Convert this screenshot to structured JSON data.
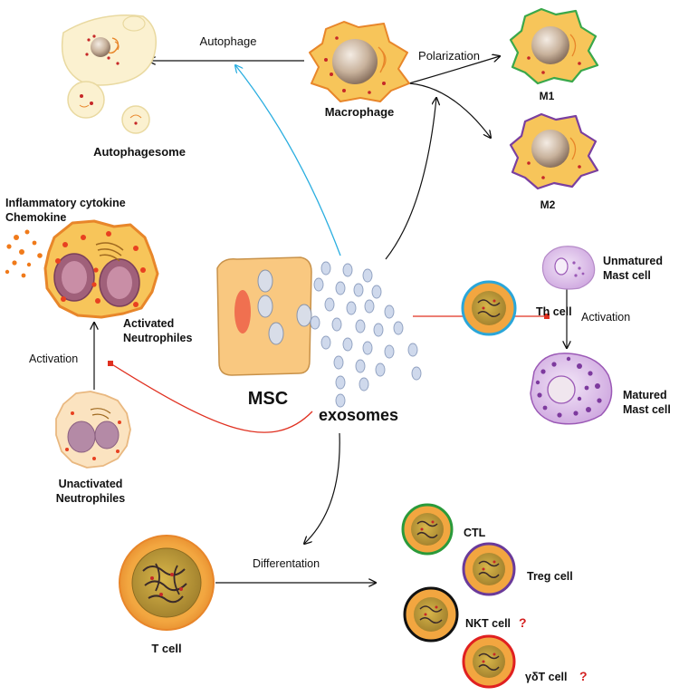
{
  "labels": {
    "autophage": "Autophage",
    "autophagesome": "Autophagesome",
    "macrophage": "Macrophage",
    "polarization": "Polarization",
    "m1": "M1",
    "m2": "M2",
    "inflammatory_line1": "Inflammatory cytokine",
    "inflammatory_line2": "Chemokine",
    "activated_line1": "Activated",
    "activated_line2": "Neutrophiles",
    "activation_left": "Activation",
    "unactivated_line1": "Unactivated",
    "unactivated_line2": "Neutrophiles",
    "msc": "MSC",
    "exosomes": "exosomes",
    "unmatured_line1": "Unmatured",
    "unmatured_line2": "Mast cell",
    "activation_right": "Activation",
    "matured_line1": "Matured",
    "matured_line2": "Mast cell",
    "t_cell": "T cell",
    "differentation": "Differentation",
    "th_cell": "Th cell",
    "ctl": "CTL",
    "treg_cell": "Treg cell",
    "nkt_cell": "NKT cell",
    "gdt_cell": "γδT cell",
    "question_mark": "?"
  },
  "colors": {
    "cell_fill": "#f7c55a",
    "cell_outline": "#e8862a",
    "m1_border": "#3aa84a",
    "m2_border": "#7a3fa0",
    "th_border": "#2aa6d9",
    "ctl_border": "#2a9a3a",
    "treg_border": "#6a3a9a",
    "nkt_border": "#111111",
    "gdt_border": "#e02020",
    "inhibit_arrow": "#e03020",
    "autophage_arrow": "#2aaee0",
    "question_mark": "#d42020",
    "mast_cell": "#9b59b6"
  }
}
